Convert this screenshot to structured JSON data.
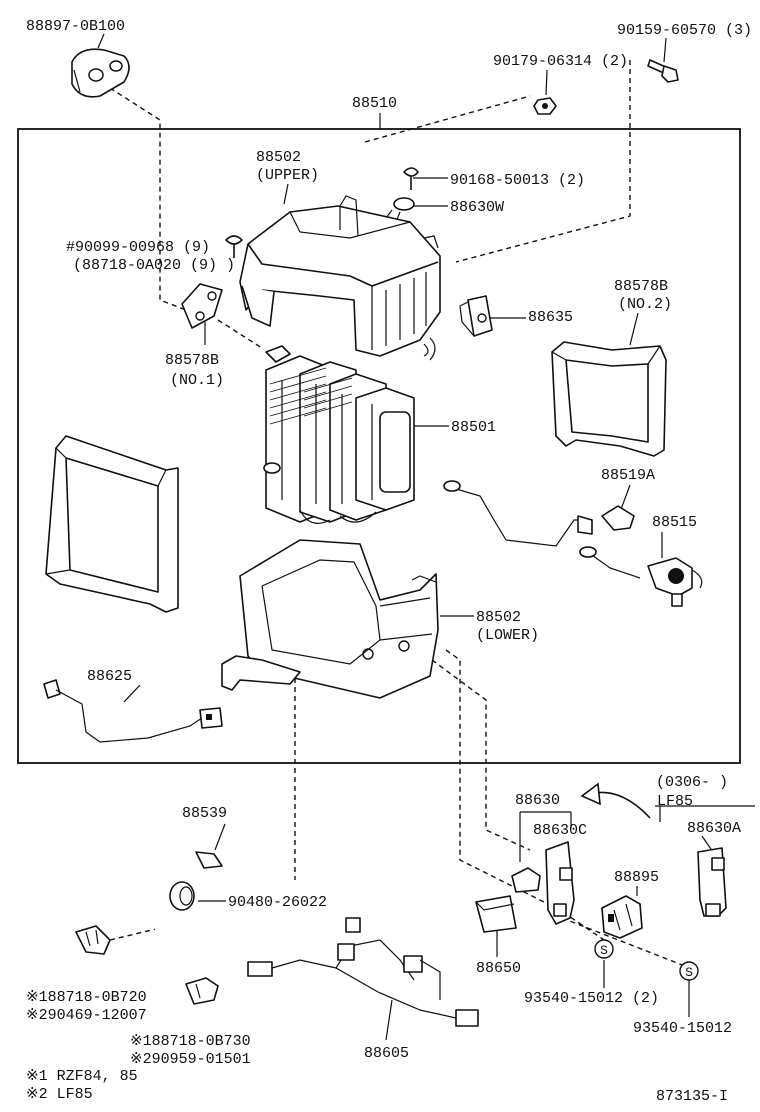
{
  "labels": {
    "l_88897": "88897-0B100",
    "l_90159": "90159-60570 (3)",
    "l_90179": "90179-06314 (2)",
    "l_88510": "88510",
    "l_88502u": "88502",
    "l_upper": "(UPPER)",
    "l_90168": "90168-50013 (2)",
    "l_88630w": "88630W",
    "l_90099": "#90099-00968 (9)",
    "l_88718a": "(88718-0A020 (9) )",
    "l_88635": "88635",
    "l_88578b2": "88578B",
    "l_no2": "(NO.2)",
    "l_88578b1": "88578B",
    "l_no1": "(NO.1)",
    "l_88501": "88501",
    "l_88519a": "88519A",
    "l_88515": "88515",
    "l_88502l": "88502",
    "l_lower": "(LOWER)",
    "l_88625": "88625",
    "l_0306": "(0306-      )",
    "l_lf85": "LF85",
    "l_88630": "88630",
    "l_88630c": "88630C",
    "l_88630a": "88630A",
    "l_88539": "88539",
    "l_88895": "88895",
    "l_90480": "90480-26022",
    "l_88650": "88650",
    "l_93540a": "93540-15012 (2)",
    "l_93540b": "93540-15012",
    "l_188718b720": "※188718-0B720",
    "l_290469": "※290469-12007",
    "l_188718b730": "※188718-0B730",
    "l_290959": "※290959-01501",
    "l_88605": "88605",
    "l_note1": "※1  RZF84, 85",
    "l_note2": "※2  LF85",
    "l_ref": "873135-I",
    "s_mark": "S"
  },
  "icons": {
    "callout_arrow": "curved-arrow-icon",
    "screw": "screw-icon",
    "bolt": "bolt-icon",
    "clip": "clip-icon"
  }
}
